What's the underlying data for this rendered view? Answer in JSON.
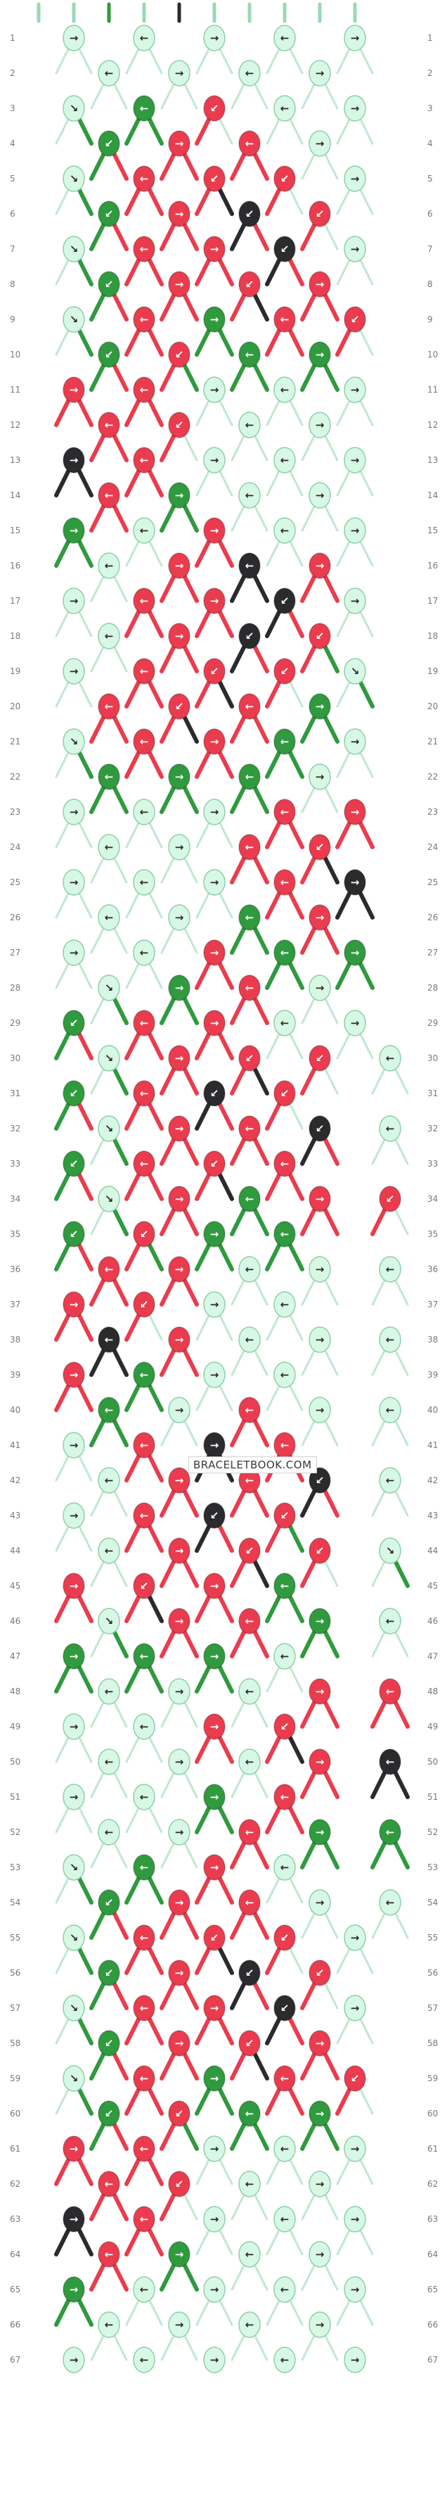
{
  "pattern": {
    "watermark": "BRACELETBOOK.COM",
    "strings": 10,
    "rows": 67,
    "colors": {
      "A": "#d7f8e4",
      "B": "#ea3c4e",
      "C": "#2b2b2e",
      "D": "#2f9a3e"
    },
    "thread_colors": [
      "A",
      "A",
      "D",
      "A",
      "C",
      "A",
      "A",
      "A",
      "A",
      "A"
    ],
    "knot_rows": [
      [
        "AA",
        "AA",
        "AA",
        "AA",
        "AA"
      ],
      [
        "AA",
        "AA",
        "AA",
        "AA"
      ],
      [
        "AD",
        "DD",
        "BA",
        "AA",
        "AA"
      ],
      [
        "DB",
        "BB",
        "BB",
        "AA"
      ],
      [
        "AD",
        "BB",
        "BC",
        "BA",
        "AA"
      ],
      [
        "DB",
        "BB",
        "CB",
        "BA"
      ],
      [
        "AD",
        "BB",
        "BB",
        "CB",
        "AA"
      ],
      [
        "DB",
        "BB",
        "BC",
        "BB"
      ],
      [
        "AD",
        "BB",
        "DD",
        "BB",
        "BA"
      ],
      [
        "DB",
        "BD",
        "DD",
        "DD"
      ],
      [
        "BB",
        "BB",
        "AA",
        "AA",
        "AA"
      ],
      [
        "BB",
        "BA",
        "AA",
        "AA"
      ],
      [
        "CC",
        "BB",
        "AA",
        "AA",
        "AA"
      ],
      [
        "BB",
        "DD",
        "AA",
        "AA"
      ],
      [
        "DD",
        "AA",
        "BB",
        "AA",
        "AA"
      ],
      [
        "AA",
        "BB",
        "CC",
        "BB"
      ],
      [
        "AA",
        "BB",
        "BB",
        "CB",
        "AA"
      ],
      [
        "AA",
        "BB",
        "CB",
        "BD"
      ],
      [
        "AA",
        "BB",
        "BC",
        "BA",
        "AD"
      ],
      [
        "BB",
        "BC",
        "BB",
        "DD"
      ],
      [
        "AD",
        "BB",
        "BB",
        "DD",
        "AA"
      ],
      [
        "DD",
        "DD",
        "DD",
        "AA"
      ],
      [
        "AA",
        "AA",
        "AA",
        "BB",
        "BB"
      ],
      [
        "AA",
        "AA",
        "BB",
        "BC"
      ],
      [
        "AA",
        "AA",
        "AA",
        "BB",
        "CC"
      ],
      [
        "AA",
        "AA",
        "DD",
        "BB"
      ],
      [
        "AA",
        "AA",
        "BB",
        "DD",
        "DD"
      ],
      [
        "AD",
        "DD",
        "BB",
        "AA"
      ],
      [
        "DB",
        "BB",
        "BB",
        "AA",
        "AA"
      ],
      [
        "AD",
        "BB",
        "BC",
        "BA",
        "AA"
      ],
      [
        "DB",
        "BB",
        "CB",
        "BA"
      ],
      [
        "AD",
        "BB",
        "BB",
        "CB",
        "AA"
      ],
      [
        "DB",
        "BB",
        "BC",
        "BB"
      ],
      [
        "AD",
        "BB",
        "DD",
        "BB",
        "BA"
      ],
      [
        "DB",
        "BD",
        "DD",
        "DD"
      ],
      [
        "BB",
        "BB",
        "AA",
        "AA",
        "AA"
      ],
      [
        "BB",
        "BA",
        "AA",
        "AA"
      ],
      [
        "CC",
        "BB",
        "AA",
        "AA",
        "AA"
      ],
      [
        "BB",
        "DD",
        "AA",
        "AA"
      ],
      [
        "DD",
        "AA",
        "BB",
        "AA",
        "AA"
      ],
      [
        "AA",
        "BB",
        "CC",
        "BB"
      ],
      [
        "AA",
        "BB",
        "BB",
        "CB",
        "AA"
      ],
      [
        "AA",
        "BB",
        "CB",
        "BD"
      ],
      [
        "AA",
        "BB",
        "BC",
        "BA",
        "AD"
      ],
      [
        "BB",
        "BC",
        "BB",
        "DD"
      ],
      [
        "AD",
        "BB",
        "BB",
        "DD",
        "AA"
      ],
      [
        "DD",
        "DD",
        "DD",
        "AA"
      ],
      [
        "AA",
        "AA",
        "AA",
        "BB",
        "BB"
      ],
      [
        "AA",
        "AA",
        "BB",
        "BC"
      ],
      [
        "AA",
        "AA",
        "AA",
        "BB",
        "CC"
      ],
      [
        "AA",
        "AA",
        "DD",
        "BB"
      ],
      [
        "AA",
        "AA",
        "BB",
        "DD",
        "DD"
      ],
      [
        "AD",
        "DD",
        "BB",
        "AA"
      ],
      [
        "DB",
        "BB",
        "BB",
        "AA",
        "AA"
      ],
      [
        "AD",
        "BB",
        "BC",
        "BA",
        "AA"
      ],
      [
        "DB",
        "BB",
        "CB",
        "BA"
      ],
      [
        "AD",
        "BB",
        "BB",
        "CB",
        "AA"
      ],
      [
        "DB",
        "BB",
        "BC",
        "BB"
      ],
      [
        "AD",
        "BB",
        "DD",
        "BB",
        "BA"
      ],
      [
        "DB",
        "BD",
        "DD",
        "DD"
      ],
      [
        "BB",
        "BB",
        "AA",
        "AA",
        "AA"
      ],
      [
        "BB",
        "BA",
        "AA",
        "AA"
      ],
      [
        "CC",
        "BB",
        "AA",
        "AA",
        "AA"
      ],
      [
        "BB",
        "DD",
        "AA",
        "AA"
      ],
      [
        "DD",
        "AA",
        "AA",
        "AA",
        "AA"
      ],
      [
        "AA",
        "AA",
        "AA",
        "AA"
      ],
      [
        "AA",
        "AA",
        "AA",
        "AA",
        "AA"
      ]
    ]
  }
}
